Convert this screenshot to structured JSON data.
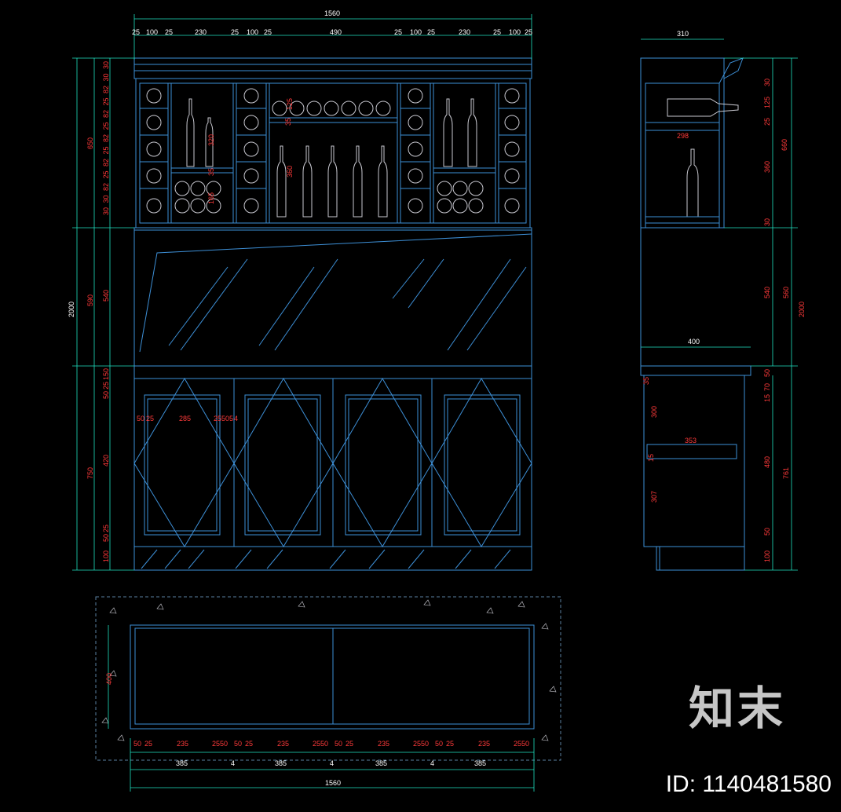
{
  "colors": {
    "outline": "#3d8fd6",
    "dimension": "#1fe0c0",
    "dim_text": "#ffffff",
    "red_text": "#ff3a3a",
    "bottle": "#c8c8d0",
    "background": "#000000"
  },
  "front_view": {
    "total_width": "1560",
    "top_segments": [
      "25",
      "100",
      "25",
      "230",
      "25",
      "100",
      "25",
      "490",
      "25",
      "100",
      "25",
      "230",
      "25",
      "100",
      "25"
    ],
    "left_total": "2000",
    "left_parts": [
      "650",
      "590",
      "750"
    ],
    "left_small": [
      "30",
      "30",
      "82",
      "25",
      "82",
      "25",
      "82",
      "25",
      "82",
      "25",
      "82",
      "30",
      "30"
    ],
    "upper_left_small": [
      "540",
      "150",
      "25",
      "50",
      "420",
      "50",
      "25",
      "100"
    ],
    "rack_labels": [
      "125",
      "35",
      "320",
      "360",
      "35",
      "165"
    ],
    "door_labels": [
      "50",
      "25",
      "285",
      "25",
      "50",
      "5",
      "4"
    ]
  },
  "side_view": {
    "top_width": "310",
    "shelf_width": "298",
    "counter_width": "400",
    "drawer_width": "353",
    "right_total": "2000",
    "right_parts_upper": [
      "30",
      "125",
      "25",
      "360",
      "30"
    ],
    "upper_height": "660",
    "mid_height": "540",
    "mid_total": "560",
    "lower_labels": [
      "50",
      "70",
      "15",
      "480",
      "761",
      "50",
      "100"
    ],
    "drawer_heights": [
      "300",
      "307"
    ],
    "small_left": [
      "15",
      "35"
    ]
  },
  "plan_view": {
    "depth": "400",
    "segments": [
      "50",
      "25",
      "235",
      "25",
      "50",
      "50",
      "25",
      "235",
      "25",
      "50",
      "50",
      "25",
      "235",
      "25",
      "50",
      "50",
      "25",
      "235",
      "25",
      "50"
    ],
    "doors": [
      "385",
      "4",
      "385",
      "4",
      "385",
      "4",
      "385"
    ],
    "total_width": "1560"
  },
  "watermark": {
    "logo": "知末",
    "id": "ID: 1140481580"
  }
}
